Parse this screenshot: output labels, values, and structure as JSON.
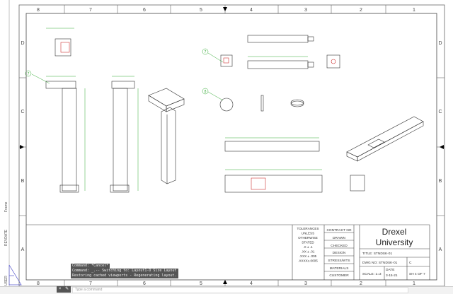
{
  "zones_top": [
    "8",
    "7",
    "6",
    "5",
    "4",
    "3",
    "2",
    "1"
  ],
  "zones_bottom": [
    "8",
    "7",
    "6",
    "5",
    "4",
    "3",
    "2",
    "1"
  ],
  "rows": [
    "D",
    "C",
    "B",
    "A"
  ],
  "side_labels": {
    "frame": "Frame",
    "revdate": "REVDATE",
    "user": "USER"
  },
  "title_block": {
    "tolerances": [
      "TOLERANCES",
      "UNLESS",
      "OTHERWISE",
      "STATED",
      ".X ± .1",
      ".XX ± .01",
      ".XXX ± .005",
      ".XXXX±.0005"
    ],
    "fields": [
      "CONTRACT NO",
      "DRAWN",
      "CHECKED",
      "DESIGN",
      "STRESS/WTS",
      "MATERIALS",
      "CUSTOMER"
    ],
    "company_line1": "Drexel",
    "company_line2": "University",
    "title": "TITLE: STNDSK-01",
    "dwg_no": "DWG NO: STNDSK-01",
    "revision": "C",
    "scale": "SCALE: 1=3",
    "date_label": "DATE",
    "date": "3-15-21",
    "sheet": "SH 4 OF 7"
  },
  "callouts": [
    "7",
    "7",
    "8"
  ],
  "command": {
    "history": [
      "Command: *Cancel*",
      "Command: _.-- Switching to: Layout1-D Size Layout",
      "Restoring cached viewports - Regenerating layout."
    ],
    "placeholder": "Type a command",
    "close_icon": "×",
    "settings_icon": "✎"
  }
}
